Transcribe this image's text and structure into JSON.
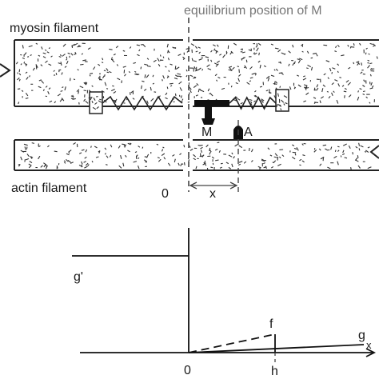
{
  "top_diagram": {
    "equilibrium_label": "equilibrium position of M",
    "myosin_label": "myosin filament",
    "actin_label": "actin filament",
    "origin_label": "0",
    "x_label": "x",
    "site_M": "M",
    "site_A": "A"
  },
  "bottom_plot": {
    "labels": {
      "g_prime": "g'",
      "f": "f",
      "g": "g",
      "x_axis": "x",
      "origin": "0",
      "h": "h"
    }
  }
}
